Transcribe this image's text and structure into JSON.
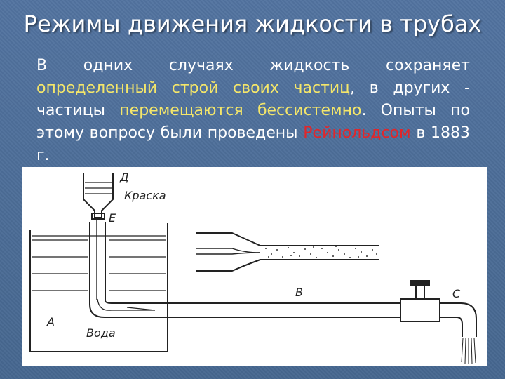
{
  "slide": {
    "title": "Режимы движения жидкости в трубах",
    "text": {
      "p1": "В одних случаях жидкость сохраняет ",
      "h1": "определенный строй своих частиц",
      "p2": ", в других - частицы ",
      "h2": "перемещаются бессистемно",
      "p3": ". Опыты по этому вопросу были проведены ",
      "h3": "Рейнольдсом",
      "p4": " в 1883 г."
    },
    "colors": {
      "highlight": "#f4e66a",
      "name_highlight": "#e2262a",
      "text": "#ffffff"
    }
  },
  "figure": {
    "labels": {
      "d": "Д",
      "paint": "Краска",
      "e": "Е",
      "a": "А",
      "water": "Вода",
      "b": "В",
      "c": "С"
    }
  }
}
